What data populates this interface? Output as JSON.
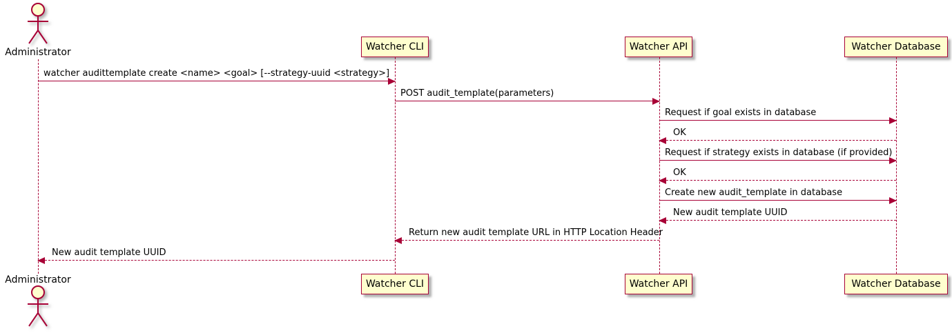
{
  "diagram": {
    "type": "sequence-diagram",
    "tool_style": "plantuml",
    "colors": {
      "line": "#A80036",
      "participant_fill": "#FEFECE",
      "text": "#000000",
      "background": "#FFFFFF"
    },
    "participants": [
      {
        "id": "administrator",
        "label": "Administrator",
        "kind": "actor"
      },
      {
        "id": "watcher-cli",
        "label": "Watcher CLI",
        "kind": "participant"
      },
      {
        "id": "watcher-api",
        "label": "Watcher API",
        "kind": "participant"
      },
      {
        "id": "watcher-db",
        "label": "Watcher Database",
        "kind": "participant"
      }
    ],
    "messages": [
      {
        "from": "Administrator",
        "to": "Watcher CLI",
        "label": "watcher audittemplate create <name> <goal> [--strategy-uuid <strategy>]",
        "style": "solid"
      },
      {
        "from": "Watcher CLI",
        "to": "Watcher API",
        "label": "POST audit_template(parameters)",
        "style": "solid"
      },
      {
        "from": "Watcher API",
        "to": "Watcher Database",
        "label": "Request if goal exists in database",
        "style": "solid"
      },
      {
        "from": "Watcher Database",
        "to": "Watcher API",
        "label": "OK",
        "style": "dashed"
      },
      {
        "from": "Watcher API",
        "to": "Watcher Database",
        "label": "Request if strategy exists in database (if provided)",
        "style": "solid"
      },
      {
        "from": "Watcher Database",
        "to": "Watcher API",
        "label": "OK",
        "style": "dashed"
      },
      {
        "from": "Watcher API",
        "to": "Watcher Database",
        "label": "Create new audit_template in database",
        "style": "solid"
      },
      {
        "from": "Watcher Database",
        "to": "Watcher API",
        "label": "New audit template UUID",
        "style": "dashed"
      },
      {
        "from": "Watcher API",
        "to": "Watcher CLI",
        "label": "Return new audit template URL in HTTP Location Header",
        "style": "dashed"
      },
      {
        "from": "Watcher CLI",
        "to": "Administrator",
        "label": "New audit template UUID",
        "style": "dashed"
      }
    ]
  }
}
